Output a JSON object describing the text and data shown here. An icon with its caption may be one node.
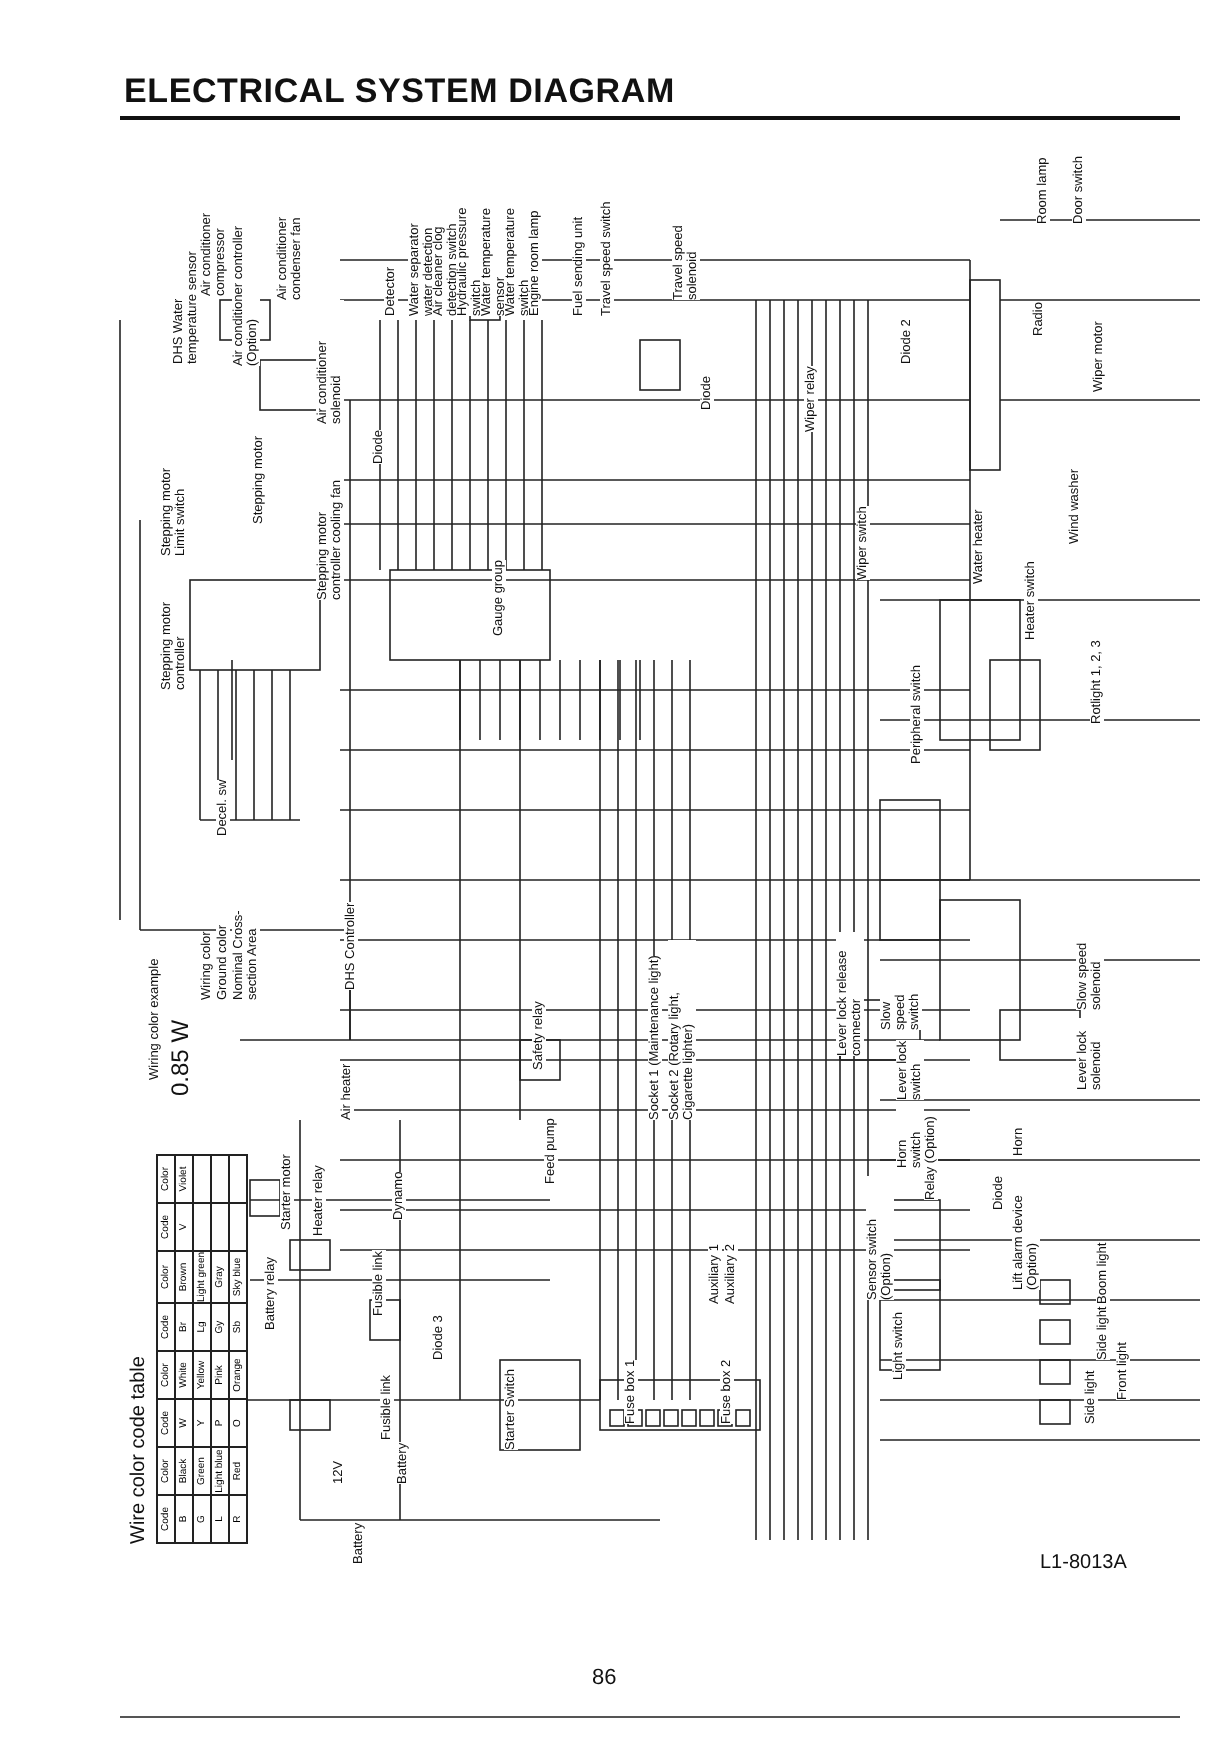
{
  "diagram": {
    "title": "ELECTRICAL SYSTEM DIAGRAM",
    "labels": [
      "Wire color code table",
      "Code",
      "Color",
      "Code",
      "Color",
      "Code",
      "Color",
      "Code",
      "Color",
      "B",
      "Black",
      "W",
      "White",
      "Br",
      "Brown",
      "V",
      "Violet",
      "G",
      "Green",
      "Y",
      "Yellow",
      "Lg",
      "Light green",
      "L",
      "Light blue",
      "P",
      "Pink",
      "Gy",
      "Gray",
      "R",
      "Red",
      "O",
      "Orange",
      "Sb",
      "Sky blue",
      "Wiring color example",
      "0.85 W",
      "Wiring color",
      "Ground color",
      "Nominal Cross-section Area",
      "DHS Water temperature sensor",
      "Air conditioner compressor",
      "Air conditioner controller (Option)",
      "Air conditioner condenser fan",
      "Air conditioner solenoid",
      "Stepping motor Limit switch",
      "Stepping motor controller",
      "Stepping motor",
      "Stepping motor controller cooling fan",
      "Decel. sw",
      "Diode",
      "Gauge group",
      "DHS Controller",
      "Detector",
      "Water separator water detection switch",
      "Air cleaner clog detection switch",
      "Hydraulic pressure switch",
      "Water temperature sensor",
      "Water temperature switch",
      "Engine room lamp",
      "Fuel sending unit",
      "Travel speed switch",
      "Travel speed solenoid",
      "Diode",
      "Wiper relay",
      "Wiper switch",
      "Diode 2",
      "Room lamp",
      "Door switch",
      "Radio",
      "Wiper motor",
      "Wind washer",
      "Water heater",
      "Heater switch",
      "Peripheral switch",
      "Rotlight 1, 2, 3",
      "Battery relay",
      "Starter motor",
      "Heater relay",
      "Air heater",
      "Fusible link",
      "Fusible link",
      "12V",
      "Battery",
      "Battery",
      "Dynamo",
      "Diode 3",
      "Safety relay",
      "Feed pump",
      "Starter Switch",
      "Socket 1 (Maintenance light)",
      "Socket 2 (Rotary light, Cigarette lighter)",
      "Auxiliary 1",
      "Auxiliary 2",
      "Fuse box 1",
      "Fuse box 2",
      "Lever lock release connector",
      "Slow speed switch",
      "Slow speed solenoid",
      "Lever lock switch",
      "Lever lock solenoid",
      "Horn switch",
      "Horn",
      "Relay (Option)",
      "Diode",
      "Sensor switch (Option)",
      "Lift alarm device (Option)",
      "Light switch",
      "Boom light",
      "Side light",
      "Front light",
      "Side light",
      "86",
      "L1-8013A"
    ]
  }
}
